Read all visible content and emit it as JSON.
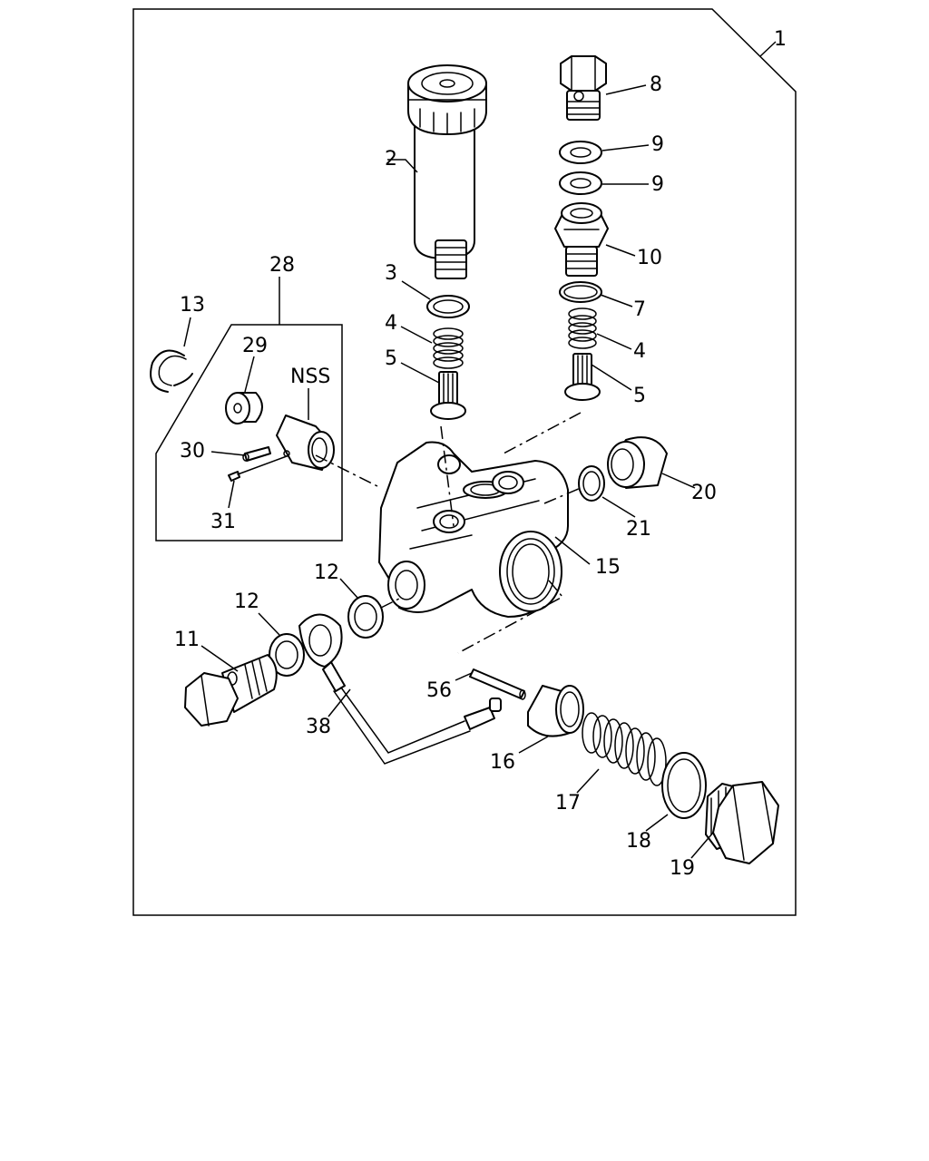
{
  "assembly_number": "1",
  "callouts": {
    "c2": "2",
    "c3": "3",
    "c4a": "4",
    "c5a": "5",
    "c8": "8",
    "c9a": "9",
    "c9b": "9",
    "c10": "10",
    "c7": "7",
    "c4b": "4",
    "c5b": "5",
    "c28": "28",
    "c13": "13",
    "c29": "29",
    "nss": "NSS",
    "c30": "30",
    "c31": "31",
    "c20": "20",
    "c21": "21",
    "c15": "15",
    "c12a": "12",
    "c12b": "12",
    "c11": "11",
    "c38": "38",
    "c56": "56",
    "c16": "16",
    "c17": "17",
    "c18": "18",
    "c19": "19"
  }
}
